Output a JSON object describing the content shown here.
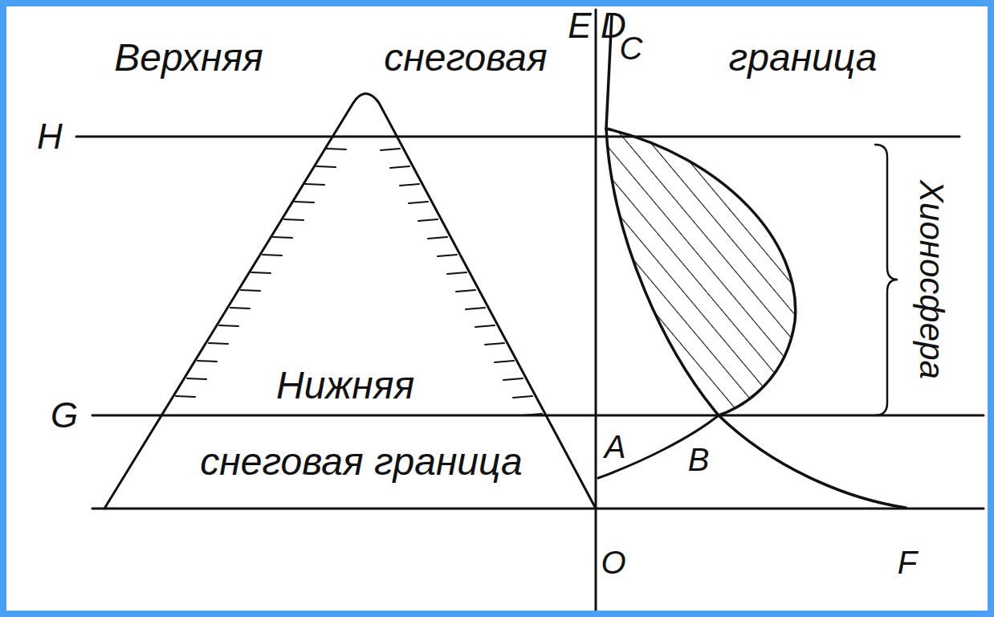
{
  "diagram": {
    "labels": [
      "E",
      "D",
      "Верхняя",
      "снеговая",
      "C",
      "граница",
      "H",
      "Хионосфера",
      "Нижняя",
      "G",
      "снеговая граница",
      "A",
      "B",
      "O",
      "F"
    ]
  }
}
